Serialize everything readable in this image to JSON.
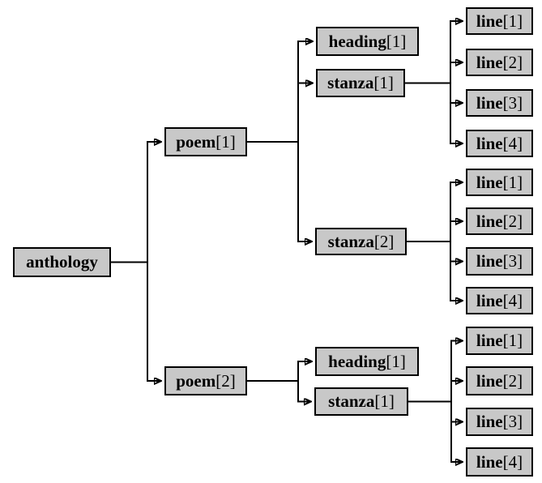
{
  "diagram": {
    "description": "XML document tree diagram: anthology with two poems, headings, stanzas and lines",
    "colors": {
      "background": "#ffffff",
      "box_fill": "#c8c8c8",
      "box_border": "#000000",
      "line": "#000000"
    }
  },
  "nodes": [
    {
      "id": "anthology",
      "name": "anthology",
      "index": ""
    },
    {
      "id": "poem-1",
      "name": "poem",
      "index": "[1]"
    },
    {
      "id": "p1-heading-1",
      "name": "heading",
      "index": "[1]"
    },
    {
      "id": "p1-stanza-1",
      "name": "stanza",
      "index": "[1]"
    },
    {
      "id": "p1s1-line-1",
      "name": "line",
      "index": "[1]"
    },
    {
      "id": "p1s1-line-2",
      "name": "line",
      "index": "[2]"
    },
    {
      "id": "p1s1-line-3",
      "name": "line",
      "index": "[3]"
    },
    {
      "id": "p1s1-line-4",
      "name": "line",
      "index": "[4]"
    },
    {
      "id": "p1-stanza-2",
      "name": "stanza",
      "index": "[2]"
    },
    {
      "id": "p1s2-line-1",
      "name": "line",
      "index": "[1]"
    },
    {
      "id": "p1s2-line-2",
      "name": "line",
      "index": "[2]"
    },
    {
      "id": "p1s2-line-3",
      "name": "line",
      "index": "[3]"
    },
    {
      "id": "p1s2-line-4",
      "name": "line",
      "index": "[4]"
    },
    {
      "id": "poem-2",
      "name": "poem",
      "index": "[2]"
    },
    {
      "id": "p2-heading-1",
      "name": "heading",
      "index": "[1]"
    },
    {
      "id": "p2-stanza-1",
      "name": "stanza",
      "index": "[1]"
    },
    {
      "id": "p2s1-line-1",
      "name": "line",
      "index": "[1]"
    },
    {
      "id": "p2s1-line-2",
      "name": "line",
      "index": "[2]"
    },
    {
      "id": "p2s1-line-3",
      "name": "line",
      "index": "[3]"
    },
    {
      "id": "p2s1-line-4",
      "name": "line",
      "index": "[4]"
    }
  ],
  "edges": [
    {
      "from": "anthology",
      "to": "poem-1"
    },
    {
      "from": "anthology",
      "to": "poem-2"
    },
    {
      "from": "poem-1",
      "to": "p1-heading-1"
    },
    {
      "from": "poem-1",
      "to": "p1-stanza-1"
    },
    {
      "from": "poem-1",
      "to": "p1-stanza-2"
    },
    {
      "from": "p1-stanza-1",
      "to": "p1s1-line-1"
    },
    {
      "from": "p1-stanza-1",
      "to": "p1s1-line-2"
    },
    {
      "from": "p1-stanza-1",
      "to": "p1s1-line-3"
    },
    {
      "from": "p1-stanza-1",
      "to": "p1s1-line-4"
    },
    {
      "from": "p1-stanza-2",
      "to": "p1s2-line-1"
    },
    {
      "from": "p1-stanza-2",
      "to": "p1s2-line-2"
    },
    {
      "from": "p1-stanza-2",
      "to": "p1s2-line-3"
    },
    {
      "from": "p1-stanza-2",
      "to": "p1s2-line-4"
    },
    {
      "from": "poem-2",
      "to": "p2-heading-1"
    },
    {
      "from": "poem-2",
      "to": "p2-stanza-1"
    },
    {
      "from": "p2-stanza-1",
      "to": "p2s1-line-1"
    },
    {
      "from": "p2-stanza-1",
      "to": "p2s1-line-2"
    },
    {
      "from": "p2-stanza-1",
      "to": "p2s1-line-3"
    },
    {
      "from": "p2-stanza-1",
      "to": "p2s1-line-4"
    }
  ]
}
